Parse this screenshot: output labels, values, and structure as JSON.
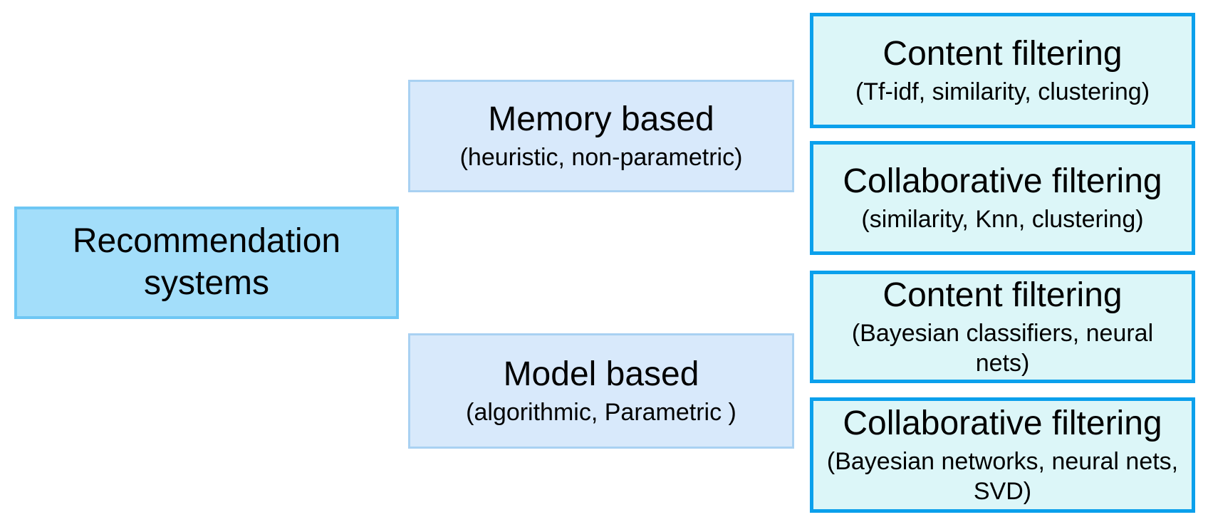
{
  "colors": {
    "root_fill": "#a3defa",
    "root_border": "#6ec7f4",
    "branch_fill": "#d8e9fb",
    "branch_border": "#a9d1f2",
    "leaf_fill": "#dcf6f8",
    "leaf_border": "#0ba0ec",
    "text": "#000000"
  },
  "root": {
    "title": "Recommendation systems"
  },
  "branches": [
    {
      "title": "Memory based",
      "subtitle": "(heuristic, non-parametric)"
    },
    {
      "title": "Model based",
      "subtitle": "(algorithmic, Parametric )"
    }
  ],
  "leaves": [
    {
      "title": "Content filtering",
      "subtitle": "(Tf-idf, similarity, clustering)"
    },
    {
      "title": "Collaborative filtering",
      "subtitle": "(similarity, Knn, clustering)"
    },
    {
      "title": "Content filtering",
      "subtitle": "(Bayesian classifiers, neural nets)"
    },
    {
      "title": "Collaborative filtering",
      "subtitle": "(Bayesian networks, neural nets, SVD)"
    }
  ]
}
